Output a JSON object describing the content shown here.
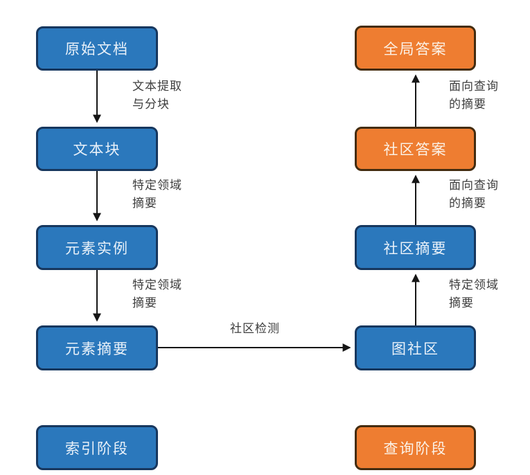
{
  "diagram": {
    "title": "GraphRAG pipeline flowchart (indexing and query stages)",
    "nodes": {
      "raw_documents": "原始文档",
      "text_chunks": "文本块",
      "element_instances": "元素实例",
      "element_summaries": "元素摘要",
      "indexing_stage": "索引阶段",
      "global_answer": "全局答案",
      "community_answers": "社区答案",
      "community_summaries": "社区摘要",
      "graph_communities": "图社区",
      "query_stage": "查询阶段"
    },
    "edge_labels": {
      "text_extraction_chunking": "文本提取\n与分块",
      "domain_summary_1": "特定领域\n摘要",
      "domain_summary_2": "特定领域\n摘要",
      "community_detection": "社区检测",
      "domain_summary_right": "特定领域\n摘要",
      "query_focused_summary_1": "面向查询\n的摘要",
      "query_focused_summary_2": "面向查询\n的摘要"
    },
    "colors": {
      "node_blue": "#2B78BC",
      "node_blue_border": "#17375E",
      "node_orange": "#EE7D31",
      "node_orange_border": "#432C10",
      "node_text_blue": "#E9F1F9",
      "node_text_orange": "#FBF2E7",
      "label_text": "#3D3D3D",
      "arrow": "#161616",
      "background": "#FFFFFF"
    }
  }
}
